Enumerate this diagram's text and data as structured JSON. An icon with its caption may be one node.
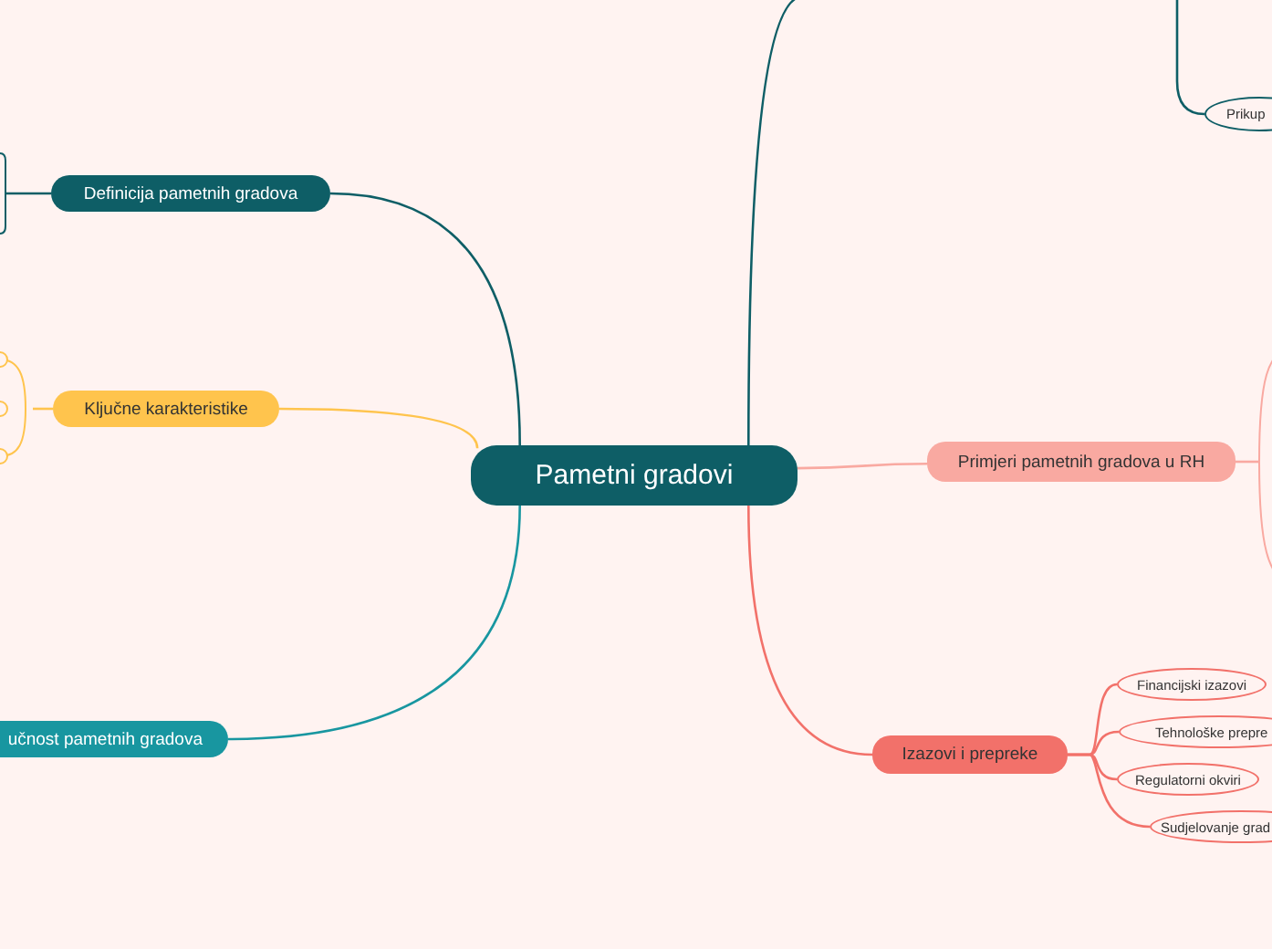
{
  "diagram": {
    "nodes": [
      {
        "text": [
          "Pametni gradovi"
        ]
      },
      {
        "text": [
          "Definicija pametnih gradova"
        ]
      },
      {
        "text": [
          "Ključne karakteristike"
        ]
      },
      {
        "text": [
          "učnost pametnih gradova"
        ]
      },
      {
        "text": [
          "Primjeri pametnih gradova u RH"
        ]
      },
      {
        "text": [
          "Izazovi i prepreke"
        ]
      },
      {
        "text": [
          "Financijski izazovi"
        ]
      },
      {
        "text": [
          "Tehnološke prepre"
        ]
      },
      {
        "text": [
          "Regulatorni okviri"
        ]
      },
      {
        "text": [
          "Sudjelovanje grad"
        ]
      },
      {
        "text": [
          "Prikup"
        ]
      }
    ],
    "edges": [
      {
        "from": 0,
        "to": 1,
        "arrow": "none",
        "color": "#0e5e66"
      },
      {
        "from": 0,
        "to": 2,
        "arrow": "none",
        "color": "#ffc44d"
      },
      {
        "from": 0,
        "to": 3,
        "arrow": "none",
        "color": "#1896a0"
      },
      {
        "from": 0,
        "to": 4,
        "arrow": "none",
        "color": "#f9a9a1"
      },
      {
        "from": 0,
        "to": 5,
        "arrow": "none",
        "color": "#f2716a"
      },
      {
        "from": 5,
        "to": 6,
        "arrow": "none",
        "color": "#f2716a"
      },
      {
        "from": 5,
        "to": 7,
        "arrow": "none",
        "color": "#f2716a"
      },
      {
        "from": 5,
        "to": 8,
        "arrow": "none",
        "color": "#f2716a"
      },
      {
        "from": 5,
        "to": 9,
        "arrow": "none",
        "color": "#f2716a"
      },
      {
        "from": 0,
        "to": null,
        "arrow": "none",
        "color": "#0e5e66"
      },
      {
        "from": null,
        "to": 10,
        "arrow": "none",
        "color": "#0e5e66"
      },
      {
        "from": 1,
        "to": null,
        "arrow": "none",
        "color": "#0e5e66"
      },
      {
        "from": 2,
        "to": null,
        "arrow": "none",
        "color": "#ffc44d"
      },
      {
        "from": 4,
        "to": null,
        "arrow": "none",
        "color": "#f9a9a1"
      }
    ]
  }
}
